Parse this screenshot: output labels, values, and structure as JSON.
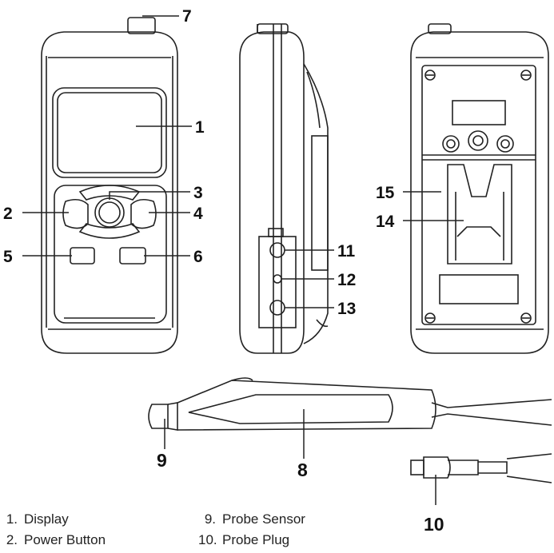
{
  "callouts": {
    "c1": "1",
    "c2": "2",
    "c3": "3",
    "c4": "4",
    "c5": "5",
    "c6": "6",
    "c7": "7",
    "c8": "8",
    "c9": "9",
    "c10": "10",
    "c11": "11",
    "c12": "12",
    "c13": "13",
    "c14": "14",
    "c15": "15"
  },
  "legend": {
    "left": [
      {
        "num": "1.",
        "label": "Display"
      },
      {
        "num": "2.",
        "label": "Power Button"
      }
    ],
    "right": [
      {
        "num": "9.",
        "label": "Probe Sensor"
      },
      {
        "num": "10.",
        "label": "Probe Plug"
      }
    ]
  }
}
